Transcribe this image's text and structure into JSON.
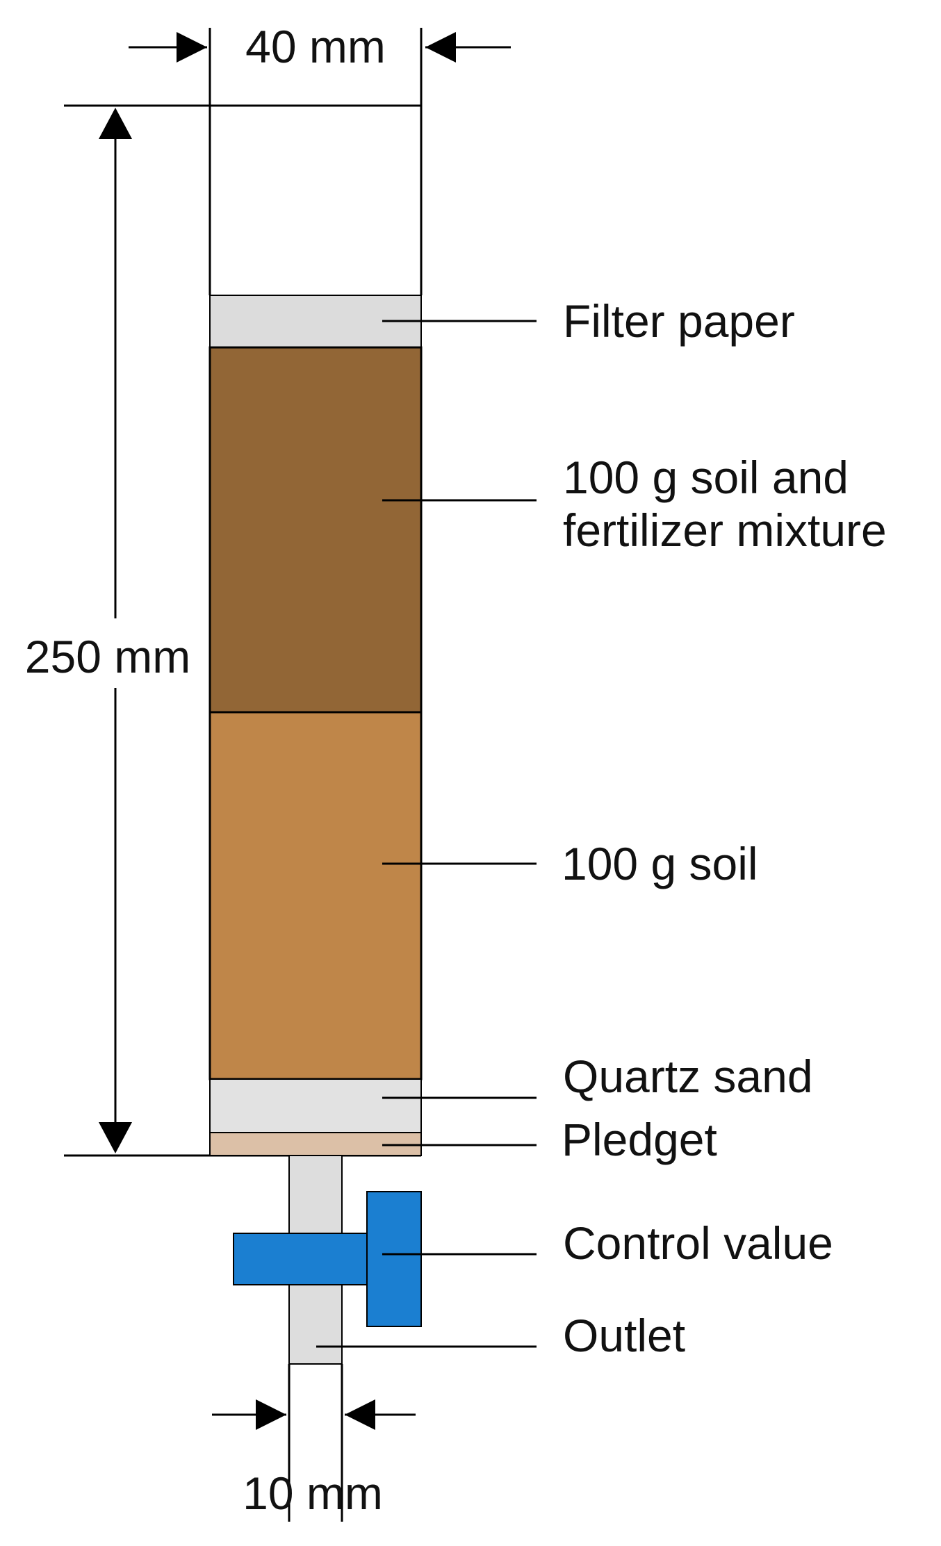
{
  "dimensions": {
    "column_width": "40 mm",
    "column_height": "250 mm",
    "outlet_width": "10 mm"
  },
  "layers": [
    {
      "label_lines": [
        "Filter paper"
      ],
      "color": "#dcdcdc"
    },
    {
      "label_lines": [
        "100 g soil and",
        "fertilizer mixture"
      ],
      "color": "#926636"
    },
    {
      "label_lines": [
        "100 g soil"
      ],
      "color": "#bf8649"
    },
    {
      "label_lines": [
        "Quartz sand"
      ],
      "color": "#e2e2e2"
    },
    {
      "label_lines": [
        "Pledget"
      ],
      "color": "#dcc0a7"
    }
  ],
  "valve": {
    "label": "Control value",
    "color": "#1b7fd1"
  },
  "outlet": {
    "label": "Outlet",
    "color": "#dddddd"
  }
}
